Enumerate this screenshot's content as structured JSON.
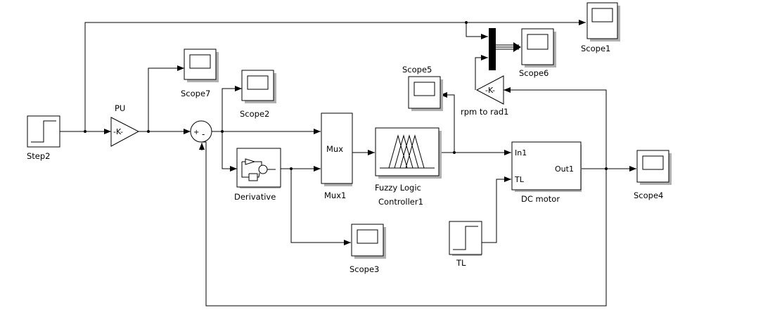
{
  "blocks": {
    "step2": "Step2",
    "pu": "PU",
    "pu_gain": "-K-",
    "sum_plus": "+",
    "sum_minus": "-",
    "derivative": "Derivative",
    "mux_inner": "Mux",
    "mux": "Mux1",
    "fuzzy_line1": "Fuzzy Logic",
    "fuzzy_line2": "Controller1",
    "dc_motor": "DC motor",
    "dc_in1": "In1",
    "dc_tl": "TL",
    "dc_out1": "Out1",
    "tl": "TL",
    "rpm": "rpm to rad1",
    "rpm_gain": "-K-",
    "scope1": "Scope1",
    "scope2": "Scope2",
    "scope3": "Scope3",
    "scope4": "Scope4",
    "scope5": "Scope5",
    "scope6": "Scope6",
    "scope7": "Scope7"
  }
}
